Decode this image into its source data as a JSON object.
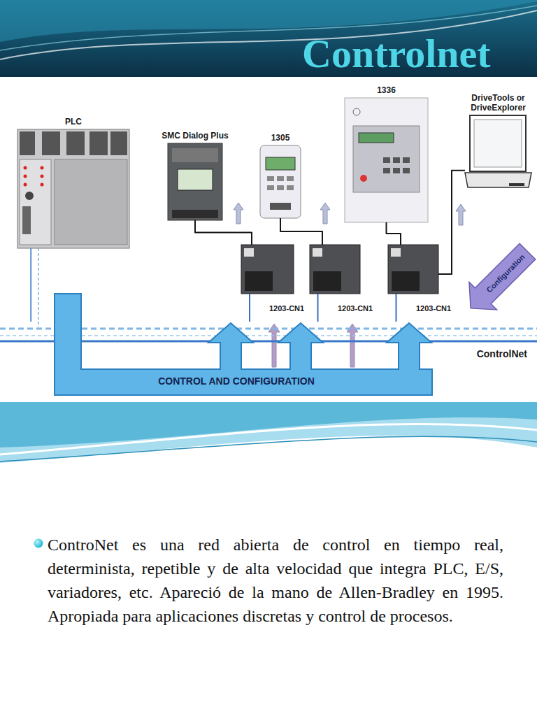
{
  "diagram": {
    "title": "Controlnet",
    "nodes": [
      {
        "text": [
          "PLC"
        ]
      },
      {
        "text": [
          "SMC Dialog Plus"
        ]
      },
      {
        "text": [
          "1305"
        ]
      },
      {
        "text": [
          "1336"
        ]
      },
      {
        "text": [
          "DriveTools or DriveExplorer"
        ]
      },
      {
        "text": [
          "1203-CN1"
        ]
      },
      {
        "text": [
          "1203-CN1"
        ]
      },
      {
        "text": [
          "1203-CN1"
        ]
      },
      {
        "text": [
          "Configuration"
        ]
      },
      {
        "text": [
          "ControlNet"
        ]
      },
      {
        "text": [
          "CONTROL AND CONFIGURATION"
        ]
      }
    ],
    "edges": [
      {
        "from": 1,
        "to": 5,
        "arrow": "none"
      },
      {
        "from": 2,
        "to": 6,
        "arrow": "none"
      },
      {
        "from": 3,
        "to": 7,
        "arrow": "none"
      },
      {
        "from": 4,
        "to": 7,
        "arrow": "none"
      },
      {
        "from": 5,
        "to": 9,
        "arrow": "none"
      },
      {
        "from": 6,
        "to": 9,
        "arrow": "none"
      },
      {
        "from": 7,
        "to": 9,
        "arrow": "none"
      },
      {
        "from": 0,
        "to": 9,
        "arrow": "none"
      }
    ],
    "labels": [
      "ControNet es una red abierta de control en tiempo real, determinista, repetible y de alta velocidad que integra PLC, E/S, variadores, etc. Apareció de la mano de Allen-Bradley en 1995. Apropiada para aplicaciones discretas y control de procesos."
    ]
  }
}
